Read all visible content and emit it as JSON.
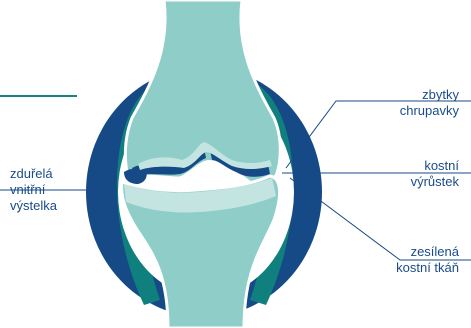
{
  "labels": {
    "thickened_lining": [
      "zduřelá",
      "vnitřní",
      "výstelka"
    ],
    "cartilage_remnants": [
      "zbytky",
      "chrupavky"
    ],
    "bone_spur": [
      "kostní",
      "výrůstek"
    ],
    "thickened_bone": [
      "zesílená",
      "kostní tkáň"
    ]
  },
  "colors": {
    "capsule": "#154a86",
    "synovium": "#10807f",
    "bone": "#8ecdc8",
    "cartilage": "#c3e4e0",
    "outline": "#ffffff",
    "leader": "#154a86",
    "accent_rule": "#19807f",
    "text": "#1b4b8c"
  }
}
